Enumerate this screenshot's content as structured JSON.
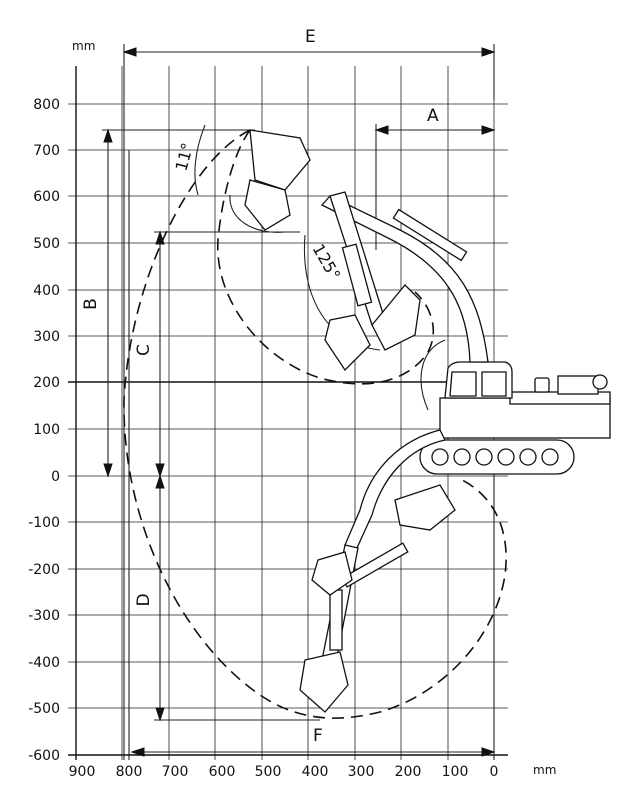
{
  "units": {
    "x_unit": "mm",
    "y_unit": "mm"
  },
  "axes": {
    "x_ticks": [
      "900",
      "800",
      "700",
      "600",
      "500",
      "400",
      "300",
      "200",
      "100",
      "0"
    ],
    "y_ticks": [
      "800",
      "700",
      "600",
      "500",
      "400",
      "300",
      "200",
      "100",
      "0",
      "-100",
      "-200",
      "-300",
      "-400",
      "-500",
      "-600"
    ]
  },
  "dimensions": {
    "A": "A",
    "B": "B",
    "C": "C",
    "D": "D",
    "E": "E",
    "F": "F"
  },
  "angles": {
    "tilt": "11°",
    "swing": "125°"
  }
}
